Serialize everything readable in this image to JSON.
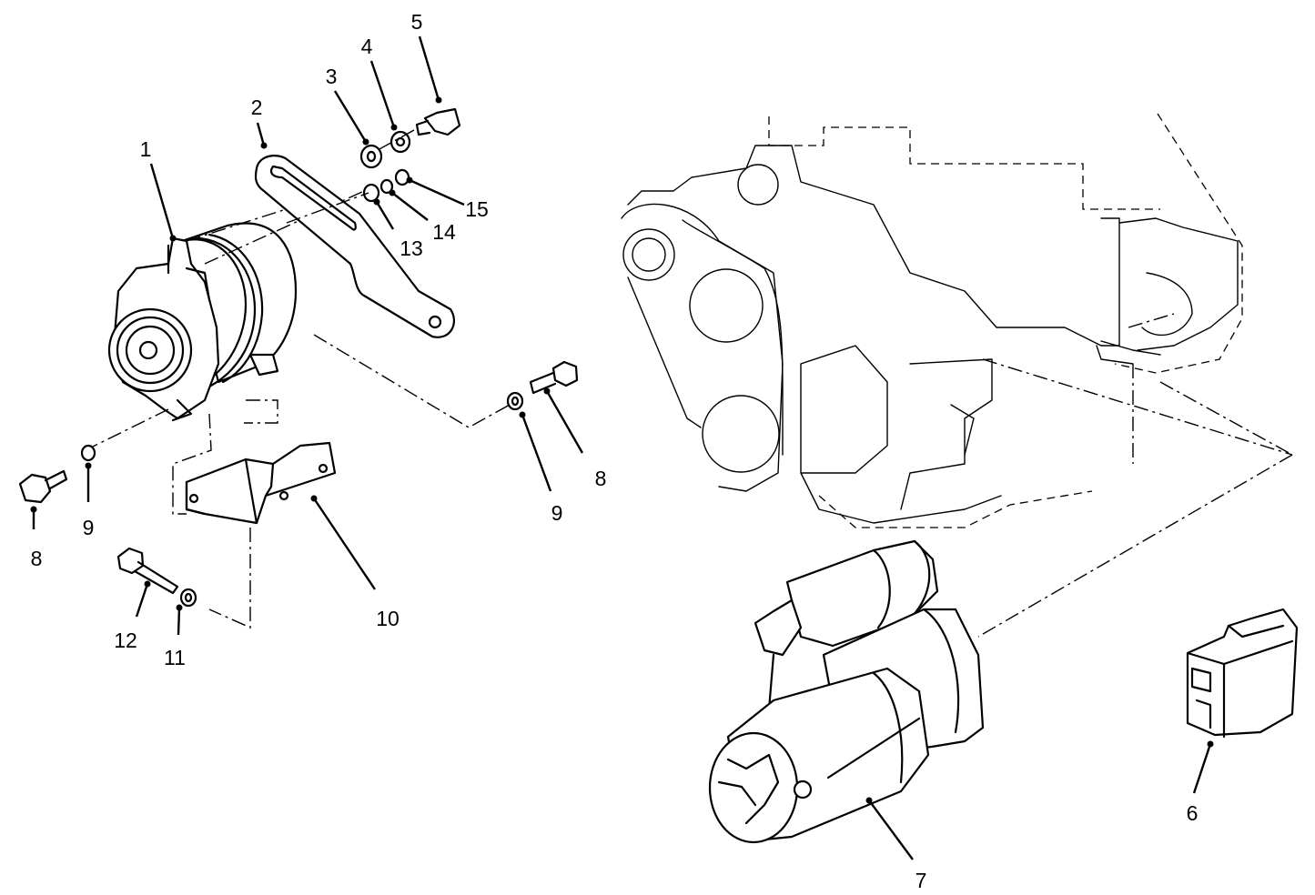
{
  "diagram": {
    "callouts": {
      "c1": "1",
      "c2": "2",
      "c3": "3",
      "c4": "4",
      "c5": "5",
      "c6": "6",
      "c7": "7",
      "c8a": "8",
      "c8b": "8",
      "c9a": "9",
      "c9b": "9",
      "c10": "10",
      "c11": "11",
      "c12": "12",
      "c13": "13",
      "c14": "14",
      "c15": "15"
    }
  }
}
